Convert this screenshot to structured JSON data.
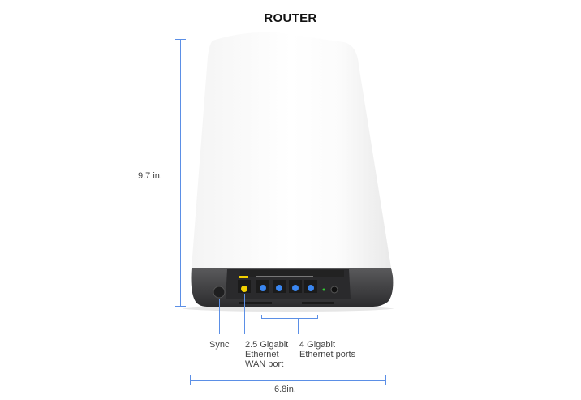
{
  "title": "ROUTER",
  "dimensions": {
    "height": "9.7 in.",
    "width": "6.8in."
  },
  "callouts": {
    "sync": "Sync",
    "wan": [
      "2.5 Gigabit",
      "Ethernet",
      "WAN port"
    ],
    "lan": [
      "4 Gigabit",
      "Ethernet ports"
    ]
  },
  "colors": {
    "dimension_line": "#5b8fe6",
    "wan_port": "#f2d000",
    "lan_port": "#3a86f0",
    "body": "#ffffff",
    "base": "#3a3a3c"
  }
}
